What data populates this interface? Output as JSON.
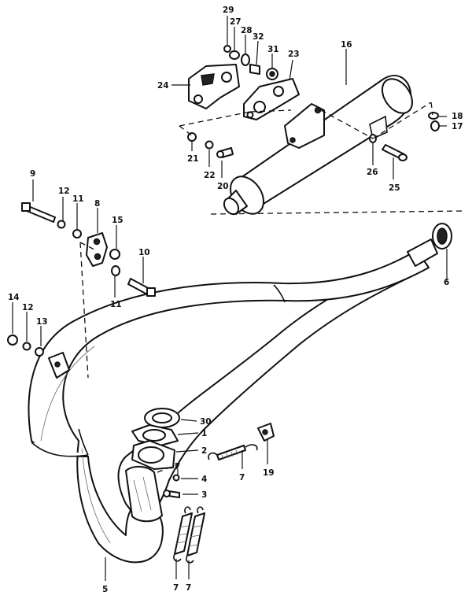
{
  "callouts": {
    "p1": "1",
    "p2": "2",
    "p3": "3",
    "p4": "4",
    "p5": "5",
    "p6": "6",
    "p7a": "7",
    "p7b": "7",
    "p7c": "7",
    "p7d": "7",
    "p8": "8",
    "p9": "9",
    "p10": "10",
    "p11a": "11",
    "p11b": "11",
    "p12a": "12",
    "p12b": "12",
    "p13": "13",
    "p14": "14",
    "p15": "15",
    "p16": "16",
    "p17": "17",
    "p18": "18",
    "p19": "19",
    "p20": "20",
    "p21": "21",
    "p22": "22",
    "p23": "23",
    "p24": "24",
    "p25": "25",
    "p26": "26",
    "p27": "27",
    "p28": "28",
    "p29": "29",
    "p30": "30",
    "p31": "31",
    "p32": "32"
  }
}
